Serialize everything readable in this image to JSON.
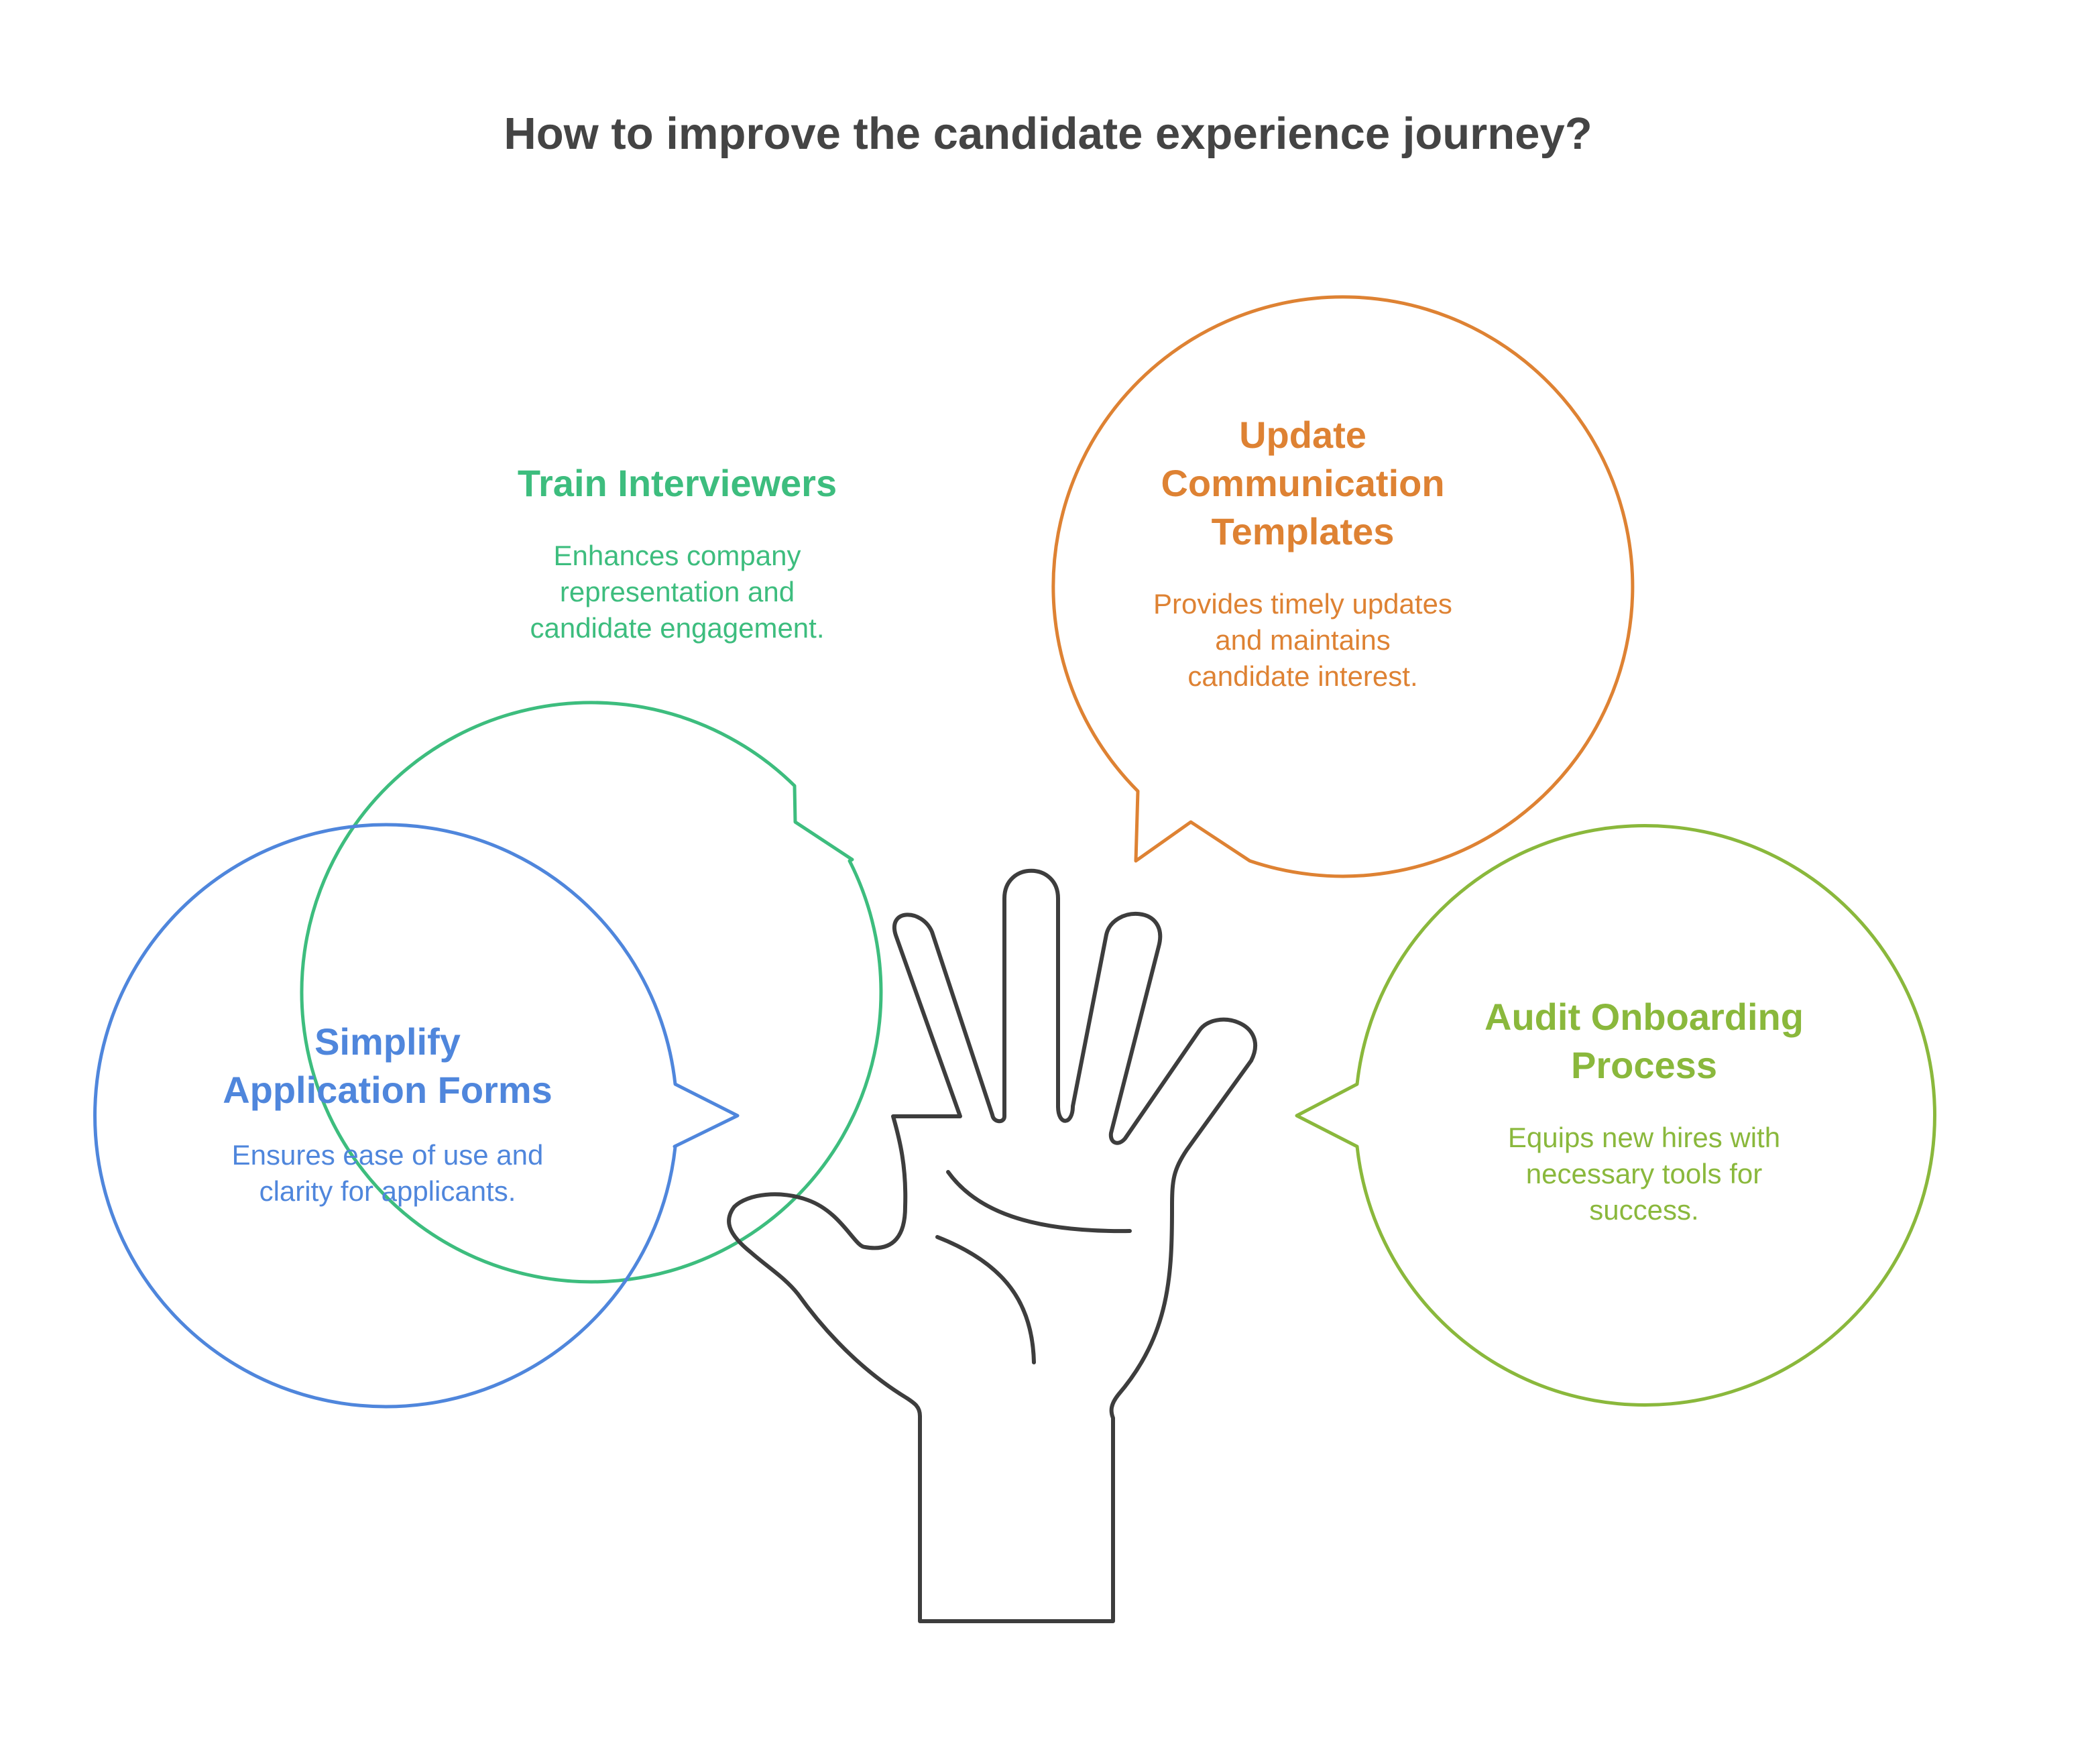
{
  "title": "How to improve the candidate experience journey?",
  "colors": {
    "title": "#444444",
    "hand": "#3d3d3d",
    "train": "#3dbd7e",
    "update": "#de8233",
    "simplify": "#4f86dc",
    "audit": "#8ab83c"
  },
  "icons": {
    "center": "open-hand-icon"
  },
  "bubbles": {
    "train": {
      "title": "Train Interviewers",
      "description": [
        "Enhances company",
        "representation and",
        "candidate engagement."
      ]
    },
    "update": {
      "title": [
        "Update",
        "Communication",
        "Templates"
      ],
      "description": [
        "Provides timely updates",
        "and maintains",
        "candidate interest."
      ]
    },
    "simplify": {
      "title": [
        "Simplify",
        "Application Forms"
      ],
      "description": [
        "Ensures ease of use and",
        "clarity for applicants."
      ]
    },
    "audit": {
      "title": [
        "Audit Onboarding",
        "Process"
      ],
      "description": [
        "Equips new hires with",
        "necessary tools for",
        "success."
      ]
    }
  }
}
